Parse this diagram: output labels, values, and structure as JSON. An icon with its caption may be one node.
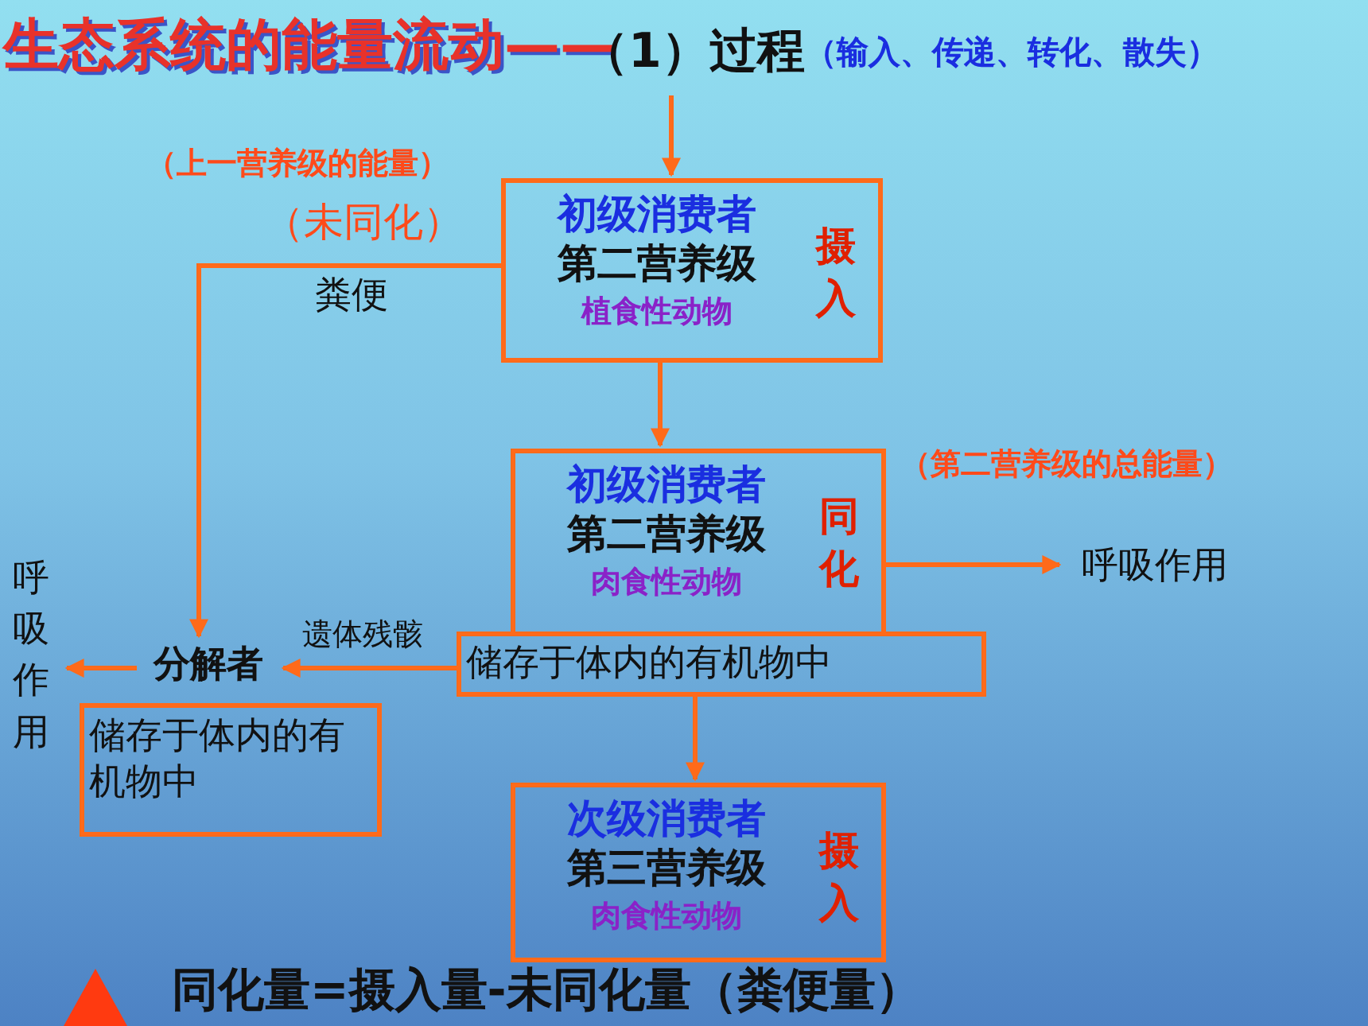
{
  "diagram": {
    "title": "生态系统的能量流动——",
    "nodes": [
      {
        "text": [
          "（1）过程",
          "（输入、传递、转化、散失）"
        ]
      },
      {
        "text": [
          "初级消费者",
          "第二营养级",
          "植食性动物",
          "摄入"
        ]
      },
      {
        "text": [
          "初级消费者",
          "第二营养级",
          "肉食性动物",
          "同化"
        ],
        "beside": [
          "（第二营养级的总能量）"
        ]
      },
      {
        "text": [
          "储存于体内的有机物中"
        ]
      },
      {
        "text": [
          "次级消费者",
          "第三营养级",
          "肉食性动物",
          "摄入"
        ]
      },
      {
        "text": [
          "分解者"
        ]
      },
      {
        "text": [
          "储存于体内的有机物中"
        ]
      },
      {
        "text": [
          "呼吸作用"
        ]
      },
      {
        "text": [
          "呼吸作用"
        ]
      }
    ],
    "edges": [
      {
        "from": 0,
        "to": 1,
        "arrow": "to"
      },
      {
        "from": 1,
        "to": 5,
        "arrow": "to",
        "label": "粪便"
      },
      {
        "from": 1,
        "to": 2,
        "arrow": "to"
      },
      {
        "from": 2,
        "to": 7,
        "arrow": "to"
      },
      {
        "from": 3,
        "to": 5,
        "arrow": "to",
        "label": "遗体残骸"
      },
      {
        "from": 3,
        "to": 4,
        "arrow": "to"
      },
      {
        "from": 5,
        "to": 8,
        "arrow": "to"
      }
    ],
    "labels": [
      "（上一营养级的能量）",
      "（未同化）",
      "同化量=摄入量-未同化量（粪便量）"
    ]
  }
}
